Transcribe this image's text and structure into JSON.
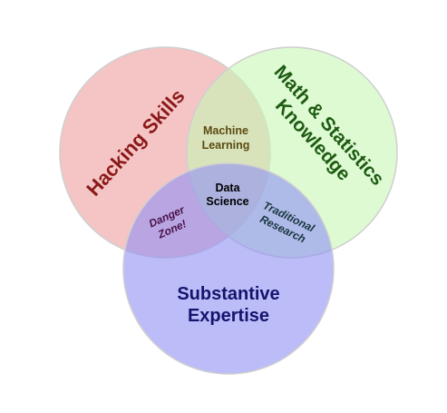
{
  "diagram": {
    "sets": {
      "hacking": {
        "line1": "Hacking Skills",
        "fill": "#ee9e9e",
        "text_color": "#8b1a1a"
      },
      "math": {
        "line1": "Math & Statistics",
        "line2": "Knowledge",
        "fill": "#c6f7b4",
        "text_color": "#1e5b12"
      },
      "substantive": {
        "line1": "Substantive",
        "line2": "Expertise",
        "fill": "#8f8ff5",
        "text_color": "#14146e"
      }
    },
    "intersections": {
      "machine_learning": {
        "line1": "Machine",
        "line2": "Learning",
        "text_color": "#5a4a12"
      },
      "danger_zone": {
        "line1": "Danger",
        "line2": "Zone!",
        "text_color": "#4a1248"
      },
      "traditional_research": {
        "line1": "Traditional",
        "line2": "Research",
        "text_color": "#17353f"
      },
      "data_science": {
        "line1": "Data",
        "line2": "Science",
        "text_color": "#000000"
      }
    },
    "stroke_color": "#cfcfcf"
  }
}
